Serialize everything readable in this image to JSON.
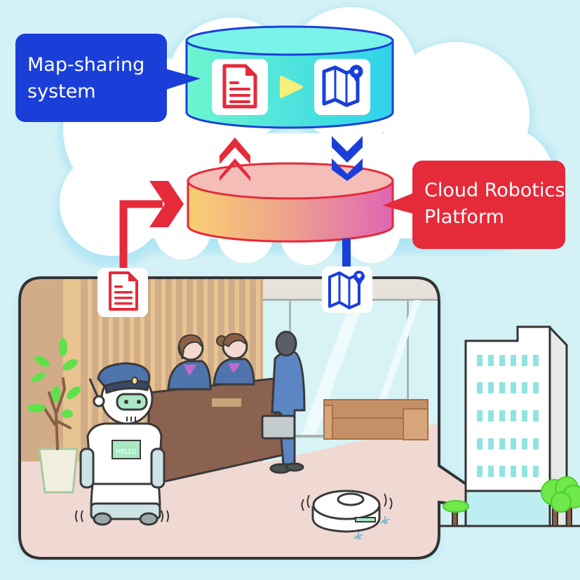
{
  "diagram": {
    "title": "Cloud map-sharing for robots",
    "callouts": {
      "map_sharing": "Map-sharing\nsystem",
      "cloud_platform": "Cloud Robotics\nPlatform"
    },
    "robot_badge": "HELLO",
    "icons": {
      "document": "document-icon",
      "map": "map-pin-icon",
      "convert_arrow": "play-arrow-icon"
    },
    "flows": [
      {
        "from": "guide-robot",
        "to": "cloud-robotics-platform",
        "payload": "document",
        "color": "#e52a3a"
      },
      {
        "from": "cloud-robotics-platform",
        "to": "map-sharing-system",
        "payload": "document",
        "color": "#e52a3a"
      },
      {
        "from": "map-sharing-system",
        "to": "cloud-robotics-platform",
        "payload": "map",
        "color": "#1a3fd9"
      },
      {
        "from": "cloud-robotics-platform",
        "to": "cleaning-robot",
        "payload": "map",
        "color": "#1a3fd9"
      }
    ],
    "colors": {
      "red": "#e52a3a",
      "blue": "#1a3fd9",
      "sky": "#d4f1f6",
      "cyan_cyl": "#4fe3d8",
      "yellow_arrow": "#f6ef7a"
    }
  }
}
